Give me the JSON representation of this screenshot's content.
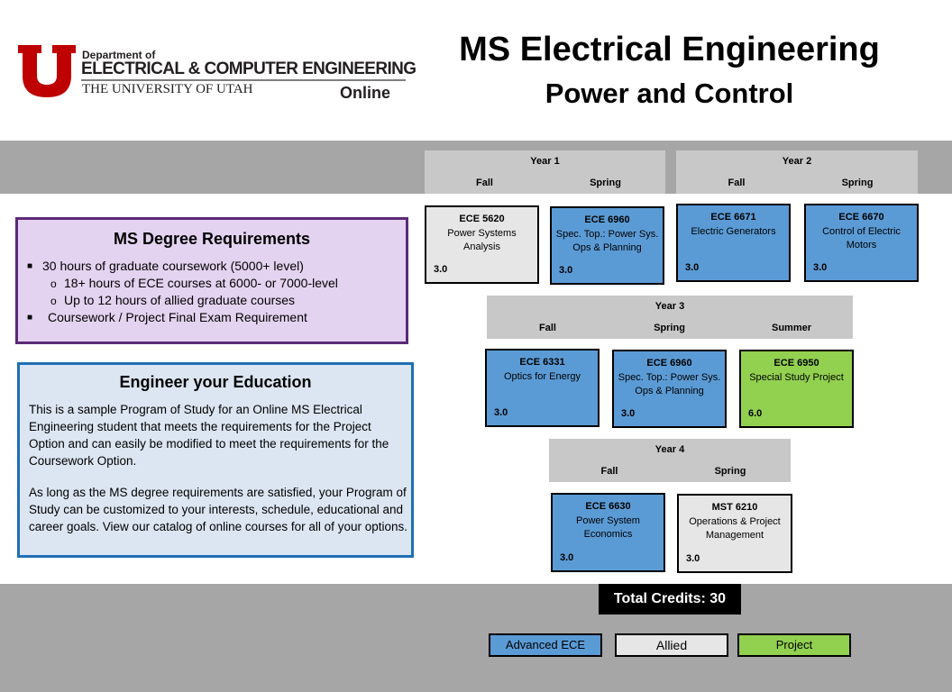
{
  "header": {
    "dept_of": "Department of",
    "dept_name": "ELECTRICAL & COMPUTER ENGINEERING",
    "university": "THE UNIVERSITY OF UTAH",
    "online": "Online",
    "title": "MS Electrical Engineering",
    "subtitle": "Power and Control"
  },
  "requirements": {
    "title": "MS Degree Requirements",
    "items": [
      "30 hours of graduate coursework (5000+ level)",
      "18+ hours of ECE courses at 6000- or 7000-level",
      "Up to 12 hours of allied graduate courses",
      "Coursework / Project Final Exam Requirement"
    ]
  },
  "engineer": {
    "title": "Engineer your Education",
    "paragraph1": "This is a sample Program of Study for an Online MS Electrical Engineering student that meets the requirements for the Project Option and can easily be modified to meet the requirements for the Coursework Option.",
    "paragraph2": "As long as the MS degree requirements are satisfied, your Program of Study can be customized to your interests, schedule, educational and career goals. View our catalog of online courses for all of your options."
  },
  "years": {
    "y1": {
      "label": "Year 1",
      "fall": "Fall",
      "spring": "Spring"
    },
    "y2": {
      "label": "Year 2",
      "fall": "Fall",
      "spring": "Spring"
    },
    "y3": {
      "label": "Year 3",
      "fall": "Fall",
      "spring": "Spring",
      "summer": "Summer"
    },
    "y4": {
      "label": "Year 4",
      "fall": "Fall",
      "spring": "Spring"
    }
  },
  "courses": {
    "c1": {
      "code": "ECE 5620",
      "name": "Power Systems Analysis",
      "credits": "3.0",
      "type": "allied"
    },
    "c2": {
      "code": "ECE 6960",
      "name": "Spec. Top.: Power Sys. Ops & Planning",
      "credits": "3.0",
      "type": "advanced"
    },
    "c3": {
      "code": "ECE 6671",
      "name": "Electric Generators",
      "credits": "3.0",
      "type": "advanced"
    },
    "c4": {
      "code": "ECE 6670",
      "name": "Control of Electric Motors",
      "credits": "3.0",
      "type": "advanced"
    },
    "c5": {
      "code": "ECE 6331",
      "name": "Optics for Energy",
      "credits": "3.0",
      "type": "advanced"
    },
    "c6": {
      "code": "ECE 6960",
      "name": "Spec. Top.: Power Sys. Ops & Planning",
      "credits": "3.0",
      "type": "advanced"
    },
    "c7": {
      "code": "ECE 6950",
      "name": "Special Study Project",
      "credits": "6.0",
      "type": "project"
    },
    "c8": {
      "code": "ECE 6630",
      "name": "Power System Economics",
      "credits": "3.0",
      "type": "advanced"
    },
    "c9": {
      "code": "MST 6210",
      "name": "Operations & Project Management",
      "credits": "3.0",
      "type": "allied"
    }
  },
  "total_credits": "Total Credits: 30",
  "legend": {
    "advanced": "Advanced ECE",
    "allied": "Allied",
    "project": "Project"
  },
  "colors": {
    "advanced": "#5b9bd5",
    "allied": "#e7e6e6",
    "project": "#92d050",
    "utah_red": "#be0000",
    "requirements_bg": "#e3d3f0",
    "engineer_bg": "#dce6f2"
  }
}
